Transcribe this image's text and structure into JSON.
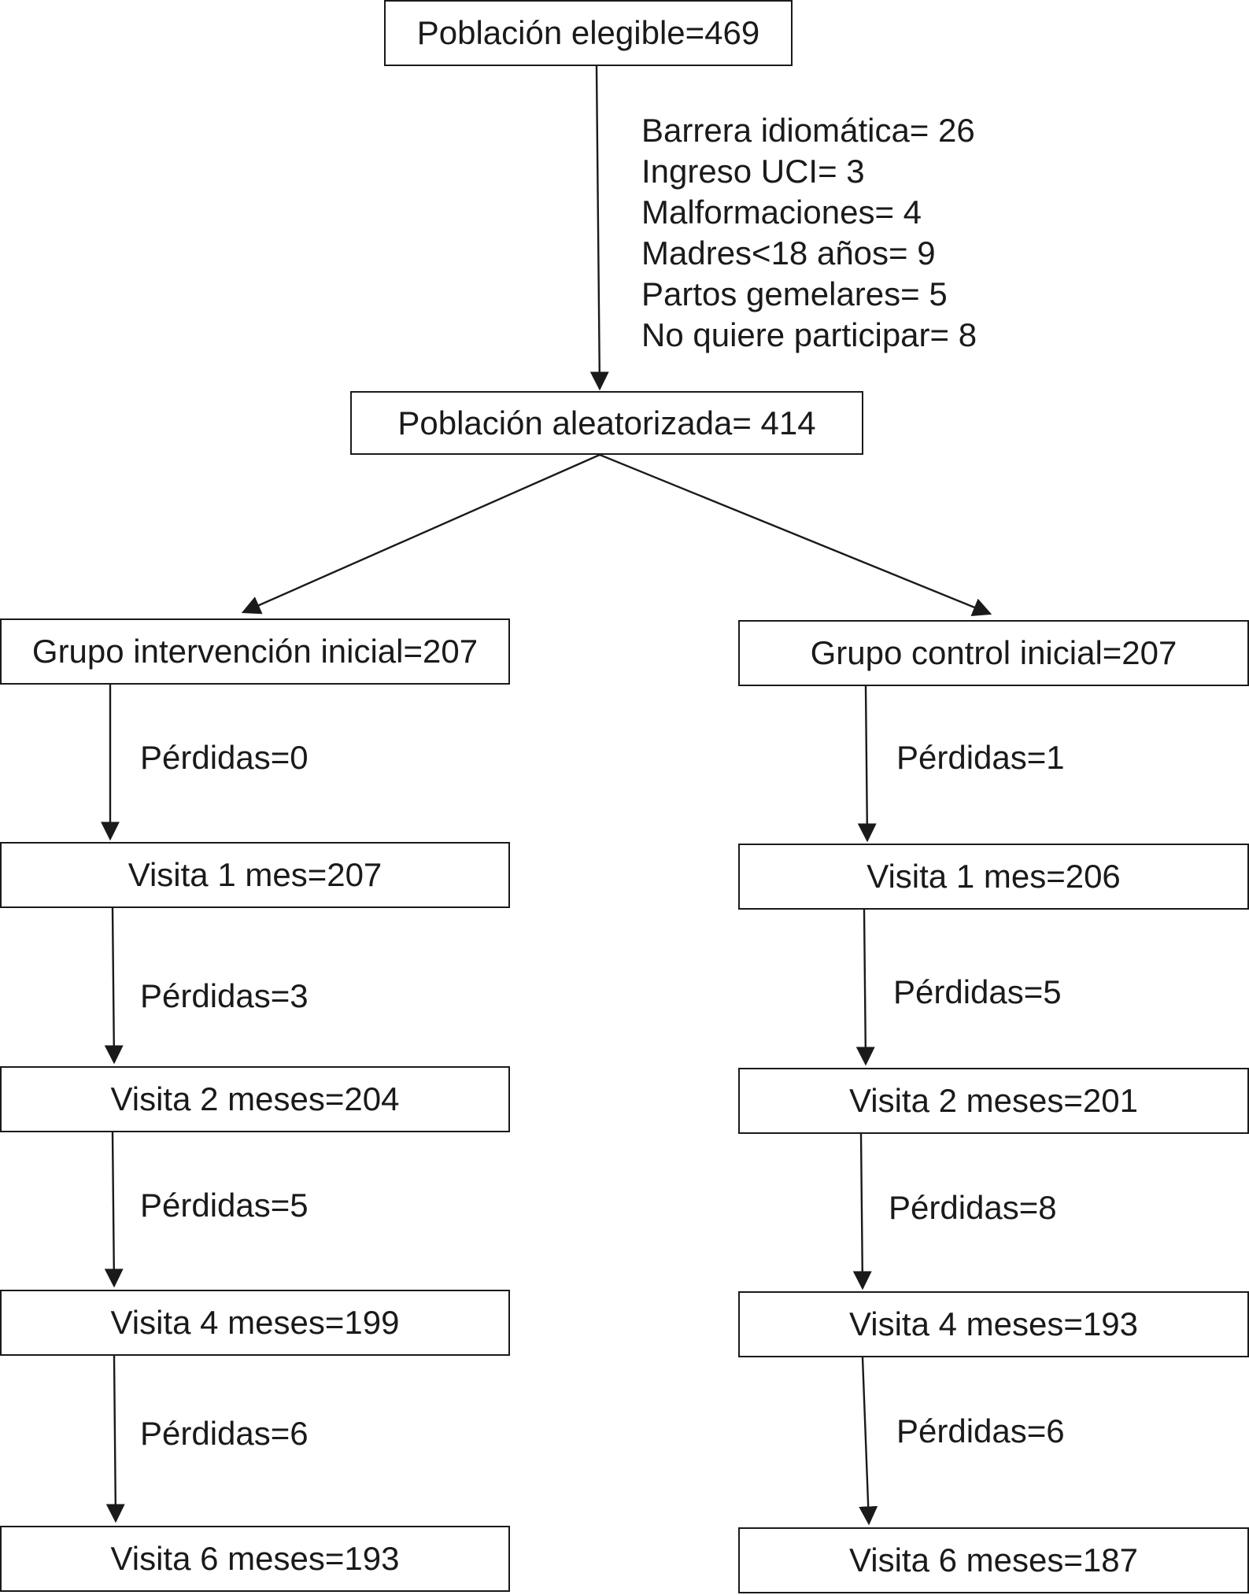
{
  "nodes": {
    "eligible": "Población elegible=469",
    "randomized": "Población aleatorizada= 414",
    "int_initial": "Grupo intervención inicial=207",
    "ctl_initial": "Grupo control inicial=207",
    "int_v1": "Visita 1 mes=207",
    "int_v2": "Visita 2 meses=204",
    "int_v4": "Visita 4 meses=199",
    "int_v6": "Visita 6 meses=193",
    "ctl_v1": "Visita 1 mes=206",
    "ctl_v2": "Visita 2 meses=201",
    "ctl_v4": "Visita 4 meses=193",
    "ctl_v6": "Visita 6 meses=187"
  },
  "exclusions": [
    "Barrera idiomática= 26",
    "Ingreso UCI= 3",
    "Malformaciones= 4",
    "Madres<18 años= 9",
    "Partos gemelares= 5",
    "No quiere participar= 8"
  ],
  "losses": {
    "int_1": "Pérdidas=0",
    "int_2": "Pérdidas=3",
    "int_3": "Pérdidas=5",
    "int_4": "Pérdidas=6",
    "ctl_1": "Pérdidas=1",
    "ctl_2": "Pérdidas=5",
    "ctl_3": "Pérdidas=8",
    "ctl_4": "Pérdidas=6"
  }
}
